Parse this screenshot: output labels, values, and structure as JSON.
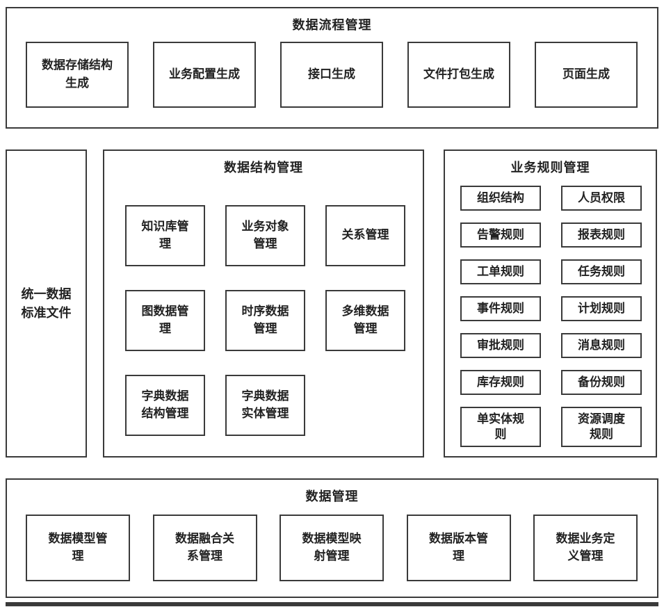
{
  "flow": {
    "title": "数据流程管理",
    "items": [
      "数据存储结构生成",
      "业务配置生成",
      "接口生成",
      "文件打包生成",
      "页面生成"
    ]
  },
  "standard": {
    "title": "统一数据标准文件"
  },
  "structure": {
    "title": "数据结构管理",
    "items": [
      "知识库管理",
      "业务对象管理",
      "关系管理",
      "图数据管理",
      "时序数据管理",
      "多维数据管理",
      "字典数据结构管理",
      "字典数据实体管理"
    ]
  },
  "rules": {
    "title": "业务规则管理",
    "items": [
      "组织结构",
      "人员权限",
      "告警规则",
      "报表规则",
      "工单规则",
      "任务规则",
      "事件规则",
      "计划规则",
      "审批规则",
      "消息规则",
      "库存规则",
      "备份规则",
      "单实体规则",
      "资源调度规则"
    ]
  },
  "management": {
    "title": "数据管理",
    "items": [
      "数据模型管理",
      "数据融合关系管理",
      "数据模型映射管理",
      "数据版本管理",
      "数据业务定义管理"
    ]
  },
  "colors": {
    "border": "#3a3a3a",
    "text": "#222222",
    "background": "#ffffff"
  }
}
